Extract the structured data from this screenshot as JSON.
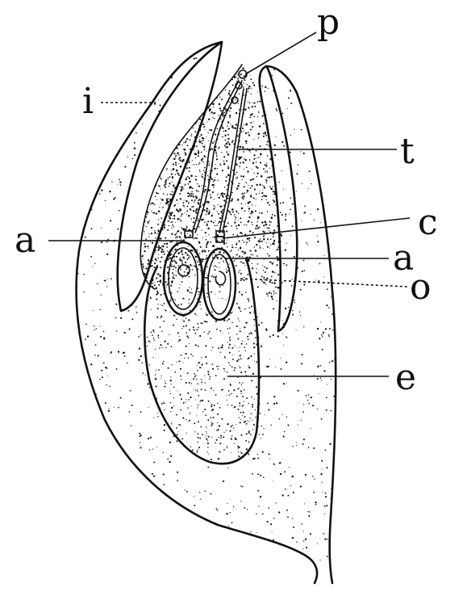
{
  "labels": {
    "p": "p",
    "i": "i",
    "t": "t",
    "a_left": "a",
    "c": "c",
    "a_right": "a",
    "o": "o",
    "e": "e"
  },
  "colors": {
    "ink": "#111111",
    "paper": "#ffffff"
  }
}
